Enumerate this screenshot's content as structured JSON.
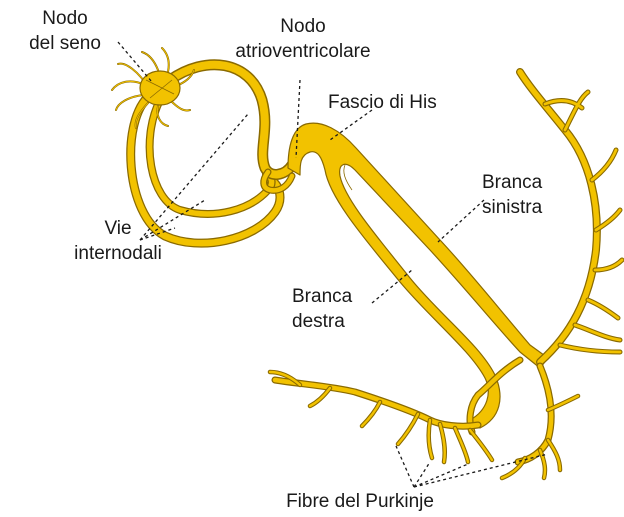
{
  "labels": {
    "nodo_seno": [
      "Nodo",
      "del seno"
    ],
    "nodo_av": [
      "Nodo",
      "atrioventricolare"
    ],
    "fascio_his": "Fascio di His",
    "branca_sinistra": [
      "Branca",
      "sinistra"
    ],
    "vie_internodali": [
      "Vie",
      "internodali"
    ],
    "branca_destra": [
      "Branca",
      "destra"
    ],
    "fibre_purkinje": "Fibre del Purkinje"
  },
  "colors": {
    "conduction_tissue": "#f2c200",
    "outline": "#8a6a00",
    "leader_lines": "#1a1a1a"
  }
}
